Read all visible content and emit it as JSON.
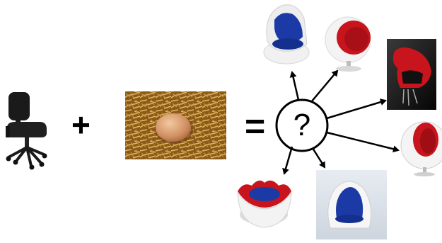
{
  "equation": {
    "plus": "+",
    "equals": "=",
    "unknown": "?"
  },
  "images": {
    "input_1": "office-chair",
    "input_2": "egg-in-straw",
    "outputs": [
      "garden-egg-chair-open",
      "ball-chair-red-white",
      "egg-chair-red-black",
      "ball-chair-side-view",
      "red-white-bowl-chair",
      "blue-white-pod-chair"
    ]
  },
  "colors": {
    "chair_red": "#c8141c",
    "chair_blue": "#1c3aa6",
    "shell_white": "#f2f2f2",
    "straw": "#b8862e",
    "egg": "#d79a6e"
  }
}
